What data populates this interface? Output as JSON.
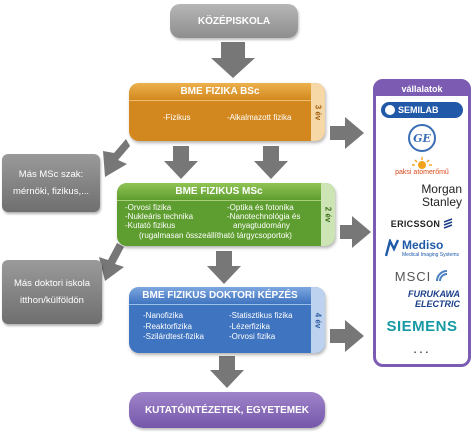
{
  "top_box": "KÖZÉPISKOLA",
  "bottom_box": "KUTATÓINTÉZETEK, EGYETEMEK",
  "stages": {
    "bsc": {
      "title": "BME FIZIKA BSc",
      "years": "3 év",
      "left": [
        "-Fizikus"
      ],
      "right": [
        "-Alkalmazott fizika"
      ],
      "color": "#d3881f"
    },
    "msc": {
      "title": "BME FIZIKUS MSc",
      "years": "2 év",
      "left": [
        "-Orvosi fizika",
        "-Nukleáris technika",
        "-Kutató fizikus"
      ],
      "right": [
        "-Optika és fotonika",
        "-Nanotechnológia és",
        "anyagtudomány"
      ],
      "note": "(rugalmasan összeállítható tárgycsoportok)",
      "color": "#5e9d2f"
    },
    "phd": {
      "title": "BME FIZIKUS DOKTORI KÉPZÉS",
      "years": "4 év",
      "left": [
        "-Nanofizika",
        "-Reaktorfizika",
        "-Szilárdtest-fizika"
      ],
      "right": [
        "-Statisztikus fizika",
        "-Lézerfizika",
        "-Orvosi fizika"
      ],
      "color": "#3f74c0"
    }
  },
  "side_boxes": {
    "msc_other": [
      "Más MSc szak:",
      "mérnöki, fizikus,..."
    ],
    "doctoral_other": [
      "Más doktori iskola",
      "itthon/külföldön"
    ]
  },
  "companies": {
    "title": "vállalatok",
    "logos": {
      "semilab": "SEMILAB",
      "ge": "GE",
      "paksi": "paksi atomerőmű",
      "morgan_1": "Morgan",
      "morgan_2": "Stanley",
      "ericsson": "ERICSSON",
      "mediso": "Mediso",
      "mediso_sub": "Medical Imaging Systems",
      "msci": "MSCI",
      "furukawa_1": "FURUKAWA",
      "furukawa_2": "ELECTRIC",
      "siemens": "SIEMENS",
      "more": "..."
    },
    "accent": "#7b5cb2"
  },
  "icons": [
    "arrow-down-icon",
    "arrow-left-icon",
    "arrow-right-icon",
    "sun-icon",
    "ericsson-mark-icon"
  ]
}
